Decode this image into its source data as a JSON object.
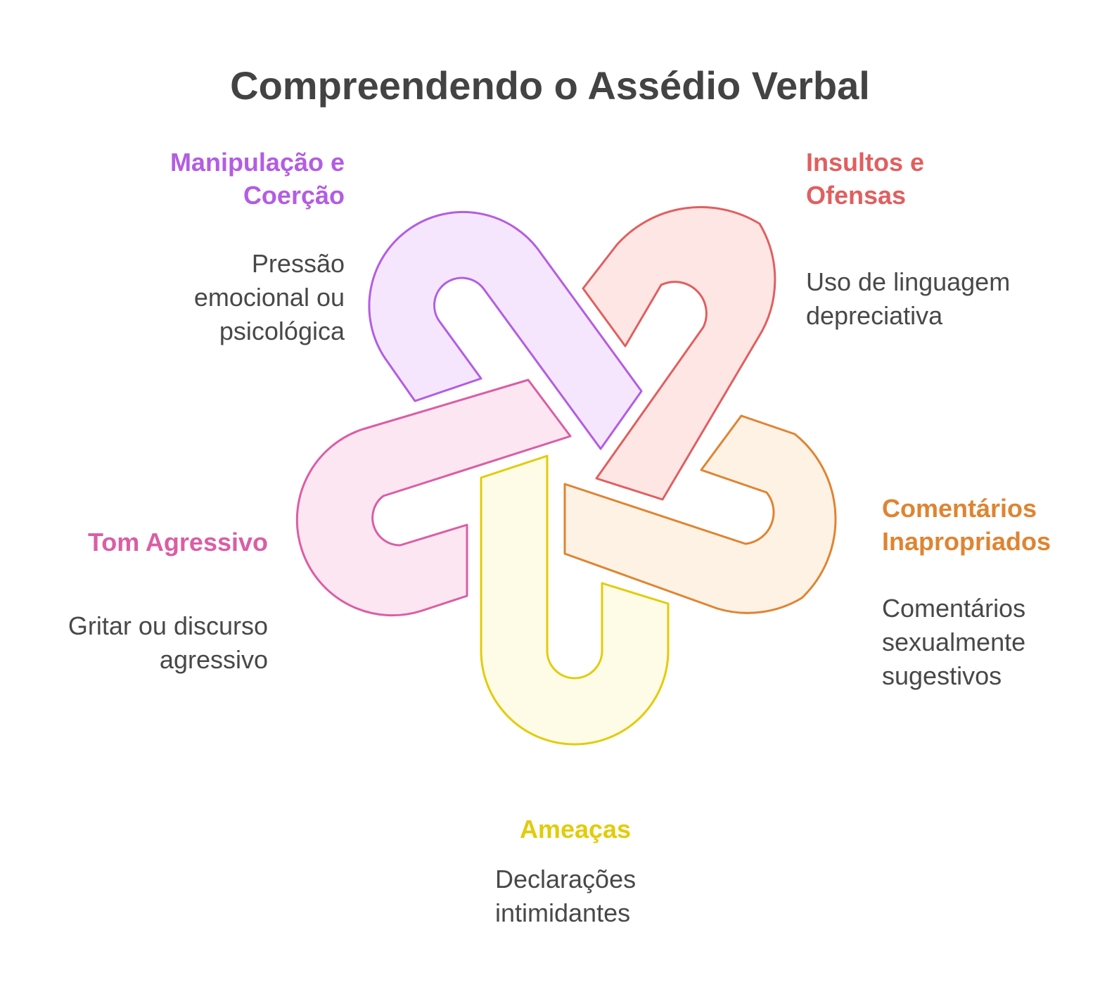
{
  "title": "Compreendendo o Assédio Verbal",
  "items": [
    {
      "heading_lines": [
        "Manipulação e",
        "Coerção"
      ],
      "desc_lines": [
        "Pressão",
        "emocional ou",
        "psicológica"
      ],
      "stroke": "#b35de2",
      "fill": "#f6e6fd"
    },
    {
      "heading_lines": [
        "Insultos e",
        "Ofensas"
      ],
      "desc_lines": [
        "Uso de linguagem",
        "depreciativa"
      ],
      "stroke": "#e05f5f",
      "fill": "#fee6e5"
    },
    {
      "heading_lines": [
        "Comentários",
        "Inapropriados"
      ],
      "desc_lines": [
        "Comentários",
        "sexualmente",
        "sugestivos"
      ],
      "stroke": "#df8432",
      "fill": "#fef2e5"
    },
    {
      "heading_lines": [
        "Ameaças"
      ],
      "desc_lines": [
        "Declarações",
        "intimidantes"
      ],
      "stroke": "#e2cc0a",
      "fill": "#fefbe6"
    },
    {
      "heading_lines": [
        "Tom Agressivo"
      ],
      "desc_lines": [
        "Gritar ou discurso",
        "agressivo"
      ],
      "stroke": "#da5ea5",
      "fill": "#fce6f2"
    }
  ]
}
